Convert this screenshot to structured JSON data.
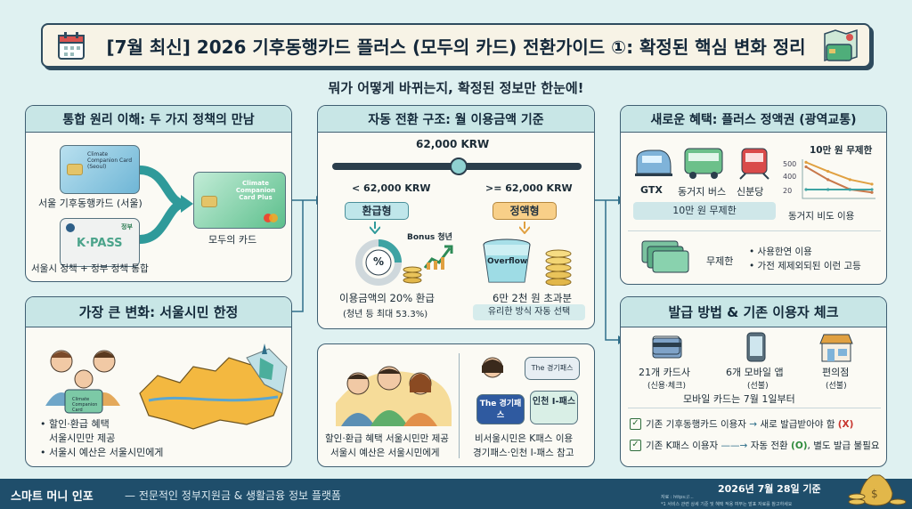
{
  "title": "[7월 최신] 2026 기후동행카드 플러스 (모두의 카드) 전환가이드 ①: 확정된 핵심 변화 정리",
  "subtitle": "뭐가 어떻게 바뀌는지, 확정된 정보만 한눈에!",
  "panel1": {
    "header": "통합 원리 이해: 두 가지 정책의 만남",
    "card1_text": "Climate Companion Card (Seoul)",
    "card1_label": "서울 기후동행카드 (서울)",
    "card2_brand": "K·PASS",
    "card2_badge": "정부",
    "card2_label": "서울시 정책 + 정부 정책 통합",
    "result_text": "Climate Companion Card Plus",
    "result_label": "모두의 카드"
  },
  "panel2": {
    "header": "가장 큰 변화: 서울시민 한정",
    "person_card": "Climate Companion Card",
    "bullets": [
      "할인·환급 혜택",
      "서울시민만 제공",
      "서울시 예산은 서울시민에게"
    ]
  },
  "panel3": {
    "header": "자동 전환 구조: 월 이용금액 기준",
    "threshold": "62,000 KRW",
    "left_cond": "< 62,000 KRW",
    "right_cond": ">= 62,000 KRW",
    "left_type": "환급형",
    "right_type": "정액형",
    "bonus": "Bonus 청년",
    "percent": "%",
    "overflow": "Overflow",
    "left_desc1": "이용금액의 20% 환급",
    "left_desc2": "(청년 등 최대 53.3%)",
    "right_desc1": "6만 2천 원 초과분",
    "right_desc2": "유리한 방식 자동 선택"
  },
  "panel4": {
    "caption1": "할인·환급 혜택 서울시민만 제공",
    "caption2": "서울시 예산은 서울시민에게",
    "card_gg": "The 경기패스",
    "card_gg2": "The 경기패스",
    "card_ic": "인천 I-패스",
    "caption3": "비서울시민은 K패스 이용",
    "caption4": "경기패스·인천 I-패스 참고"
  },
  "panel5": {
    "header": "새로운 혜택: 플러스 정액권 (광역교통)",
    "vehicles": [
      "GTX",
      "동거지 버스",
      "신분당"
    ],
    "limit_box": "10만 원 무제한",
    "chart_title": "10만 원 무제한",
    "chart_caption": "동거지 비도 이용",
    "wallet_label": "무제한",
    "bullets": [
      "사용한연 이용",
      "가전 제제외되된 이런 고등"
    ]
  },
  "panel6": {
    "header": "발급 방법 & 기존 이용자 체크",
    "items": [
      {
        "label": "21개 카드사",
        "sub": "(신용·체크)"
      },
      {
        "label": "6개 모바일 앱",
        "sub": "(선불)"
      },
      {
        "label": "편의점",
        "sub": "(선불)"
      }
    ],
    "mobile_note": "모바일 카드는 7월 1일부터",
    "check1_a": "기존 기후동행카드 이용자",
    "check1_b": "새로 발급받아야 함",
    "check1_mark": "(X)",
    "check2_a": "기존 K패스 이용자",
    "check2_b": "자동 전환",
    "check2_mark": "(O)",
    "check2_c": ", 별도 발급 불필요"
  },
  "footer": {
    "brand": "스마트 머니 인포",
    "tagline": "— 전문적인 정부지원금 & 생활금융 정보 플랫폼",
    "date": "2026년 7월 28일 기준",
    "source": "자료 : https://...",
    "fineprint": "*1 서비스 관련 상세 기준 및 혜택 적용 여부는 발표 자료를 참고하세요"
  },
  "chart_data": {
    "type": "line",
    "title": "10만 원 무제한",
    "xlabel": "동거지 비도 이용",
    "ylabel": "",
    "yticks": [
      500,
      400,
      20
    ],
    "series": [
      {
        "values": [
          480,
          360,
          250,
          190
        ]
      },
      {
        "values": [
          420,
          250,
          120,
          80
        ]
      },
      {
        "values": [
          20,
          20,
          20,
          20
        ]
      }
    ]
  }
}
